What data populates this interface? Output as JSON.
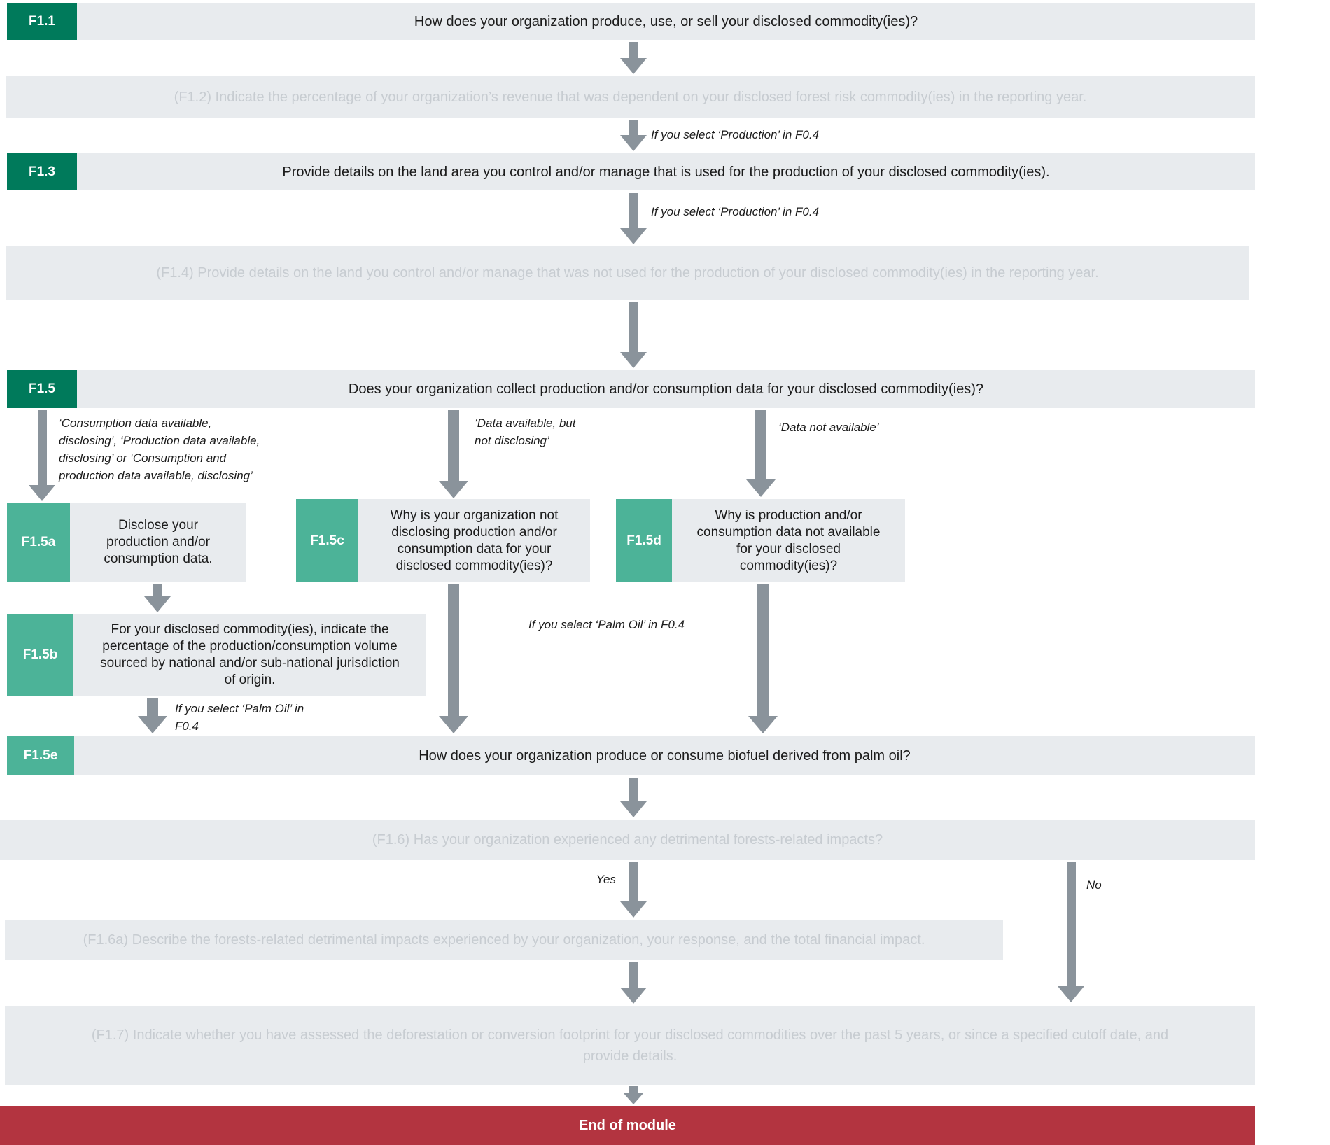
{
  "palette": {
    "dark_green": "#007a5b",
    "teal": "#4cb398",
    "bar_gray": "#e8ebee",
    "inactive_text_gray": "#c7ccd1",
    "arrow_gray": "#8a939b",
    "end_red": "#b33440"
  },
  "nodes": {
    "f11": {
      "id": "F1.1",
      "text": "How does your organization produce, use, or sell your disclosed commodity(ies)?"
    },
    "f12": {
      "text": "(F1.2) Indicate the percentage of your organization’s revenue that was dependent on your disclosed forest risk commodity(ies) in the reporting year."
    },
    "f13": {
      "id": "F1.3",
      "text": "Provide details on the land area you control and/or manage that is used for the production of your disclosed commodity(ies)."
    },
    "f14": {
      "text": "(F1.4) Provide details on the land you control and/or manage that was not used for the production of your disclosed commodity(ies) in the reporting year."
    },
    "f15": {
      "id": "F1.5",
      "text": "Does your organization collect production and/or consumption data for your disclosed commodity(ies)?"
    },
    "f15a": {
      "id": "F1.5a",
      "text": "Disclose your production and/or consumption data."
    },
    "f15b": {
      "id": "F1.5b",
      "text": "For your disclosed commodity(ies), indicate the percentage of the production/consumption volume sourced by national and/or sub-national jurisdiction of origin."
    },
    "f15c": {
      "id": "F1.5c",
      "text": "Why is your organization not disclosing production and/or consumption data for your disclosed commodity(ies)?"
    },
    "f15d": {
      "id": "F1.5d",
      "text": "Why is production and/or consumption data not available for your disclosed commodity(ies)?"
    },
    "f15e": {
      "id": "F1.5e",
      "text": "How does your organization produce or consume biofuel derived from palm oil?"
    },
    "f16": {
      "text": "(F1.6) Has your organization experienced any detrimental forests-related impacts?"
    },
    "f16a": {
      "text": "(F1.6a) Describe the forests-related detrimental impacts experienced by your organization, your response, and the total financial impact."
    },
    "f17": {
      "text": "(F1.7) Indicate whether you have assessed the deforestation or conversion footprint for your disclosed commodities over the past 5 years, or since a specified cutoff date, and\nprovide details."
    },
    "end": {
      "text": "End of module"
    }
  },
  "edge_labels": {
    "production_1": "If you select ‘Production’ in F0.4",
    "production_2": "If you select ‘Production’ in F0.4",
    "consumption_disclosing": "‘Consumption data available,\ndisclosing’, ‘Production data available,\ndisclosing’ or ‘Consumption and\nproduction data available, disclosing’",
    "data_available_not_disclosing": "‘Data available, but\nnot disclosing’",
    "data_not_available": "‘Data not available’",
    "palm_oil_mid": "If you select ‘Palm Oil’ in F0.4",
    "palm_oil_left": "If you select ‘Palm Oil’ in\nF0.4",
    "yes": "Yes",
    "no": "No"
  }
}
